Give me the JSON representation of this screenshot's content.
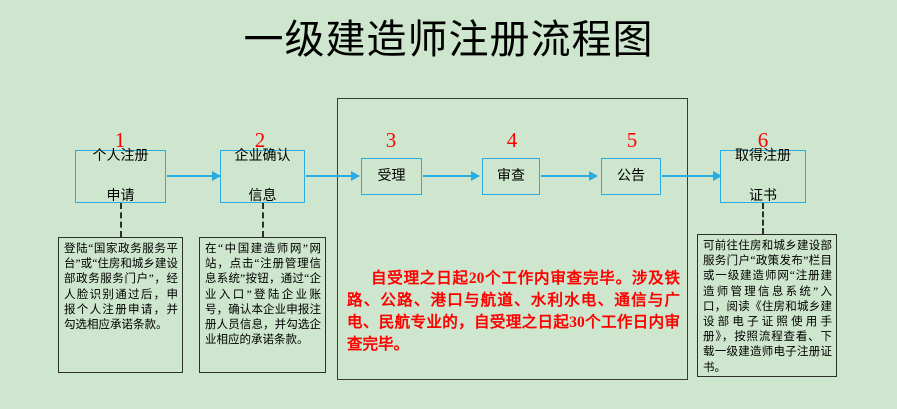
{
  "page": {
    "title": "一级建造师注册流程图",
    "background_color": "#cde6cd",
    "accent_color": "#2aace2",
    "number_color": "#ff0000",
    "note_border_color": "#2e2e2e"
  },
  "steps": [
    {
      "number": "1",
      "label": "个人注册\n申请",
      "line1": "个人注册",
      "line2": "申请"
    },
    {
      "number": "2",
      "label": "企业确认\n信息",
      "line1": "企业确认",
      "line2": "信息"
    },
    {
      "number": "3",
      "label": "受理",
      "line1": "受理",
      "line2": ""
    },
    {
      "number": "4",
      "label": "审查",
      "line1": "审查",
      "line2": ""
    },
    {
      "number": "5",
      "label": "公告",
      "line1": "公告",
      "line2": ""
    },
    {
      "number": "6",
      "label": "取得注册\n证书",
      "line1": "取得注册",
      "line2": "证书"
    }
  ],
  "notes": [
    {
      "id": "note-1",
      "text": "登陆“国家政务服务平台”或“住房和城乡建设部政务服务门户”，经人脸识别通过后，申报个人注册申请，并勾选相应承诺条款。"
    },
    {
      "id": "note-2",
      "text": "在“中国建造师网”网站，点击“注册管理信息系统”按钮，通过“企业入口”登陆企业账号，确认本企业申报注册人员信息，并勾选企业相应的承诺条款。"
    },
    {
      "id": "note-6",
      "text": "可前往住房和城乡建设部服务门户“政策发布”栏目或一级建造师网“注册建造师管理信息系统”入口，阅读《住房和城乡建设部电子证照使用手册》，按照流程查看、下载一级建造师电子注册证书。"
    }
  ],
  "center_note": {
    "text": "自受理之日起20个工作内审查完毕。涉及铁路、公路、港口与航道、水利水电、通信与广电、民航专业的，自受理之日起30个工作日内审查完毕。"
  }
}
